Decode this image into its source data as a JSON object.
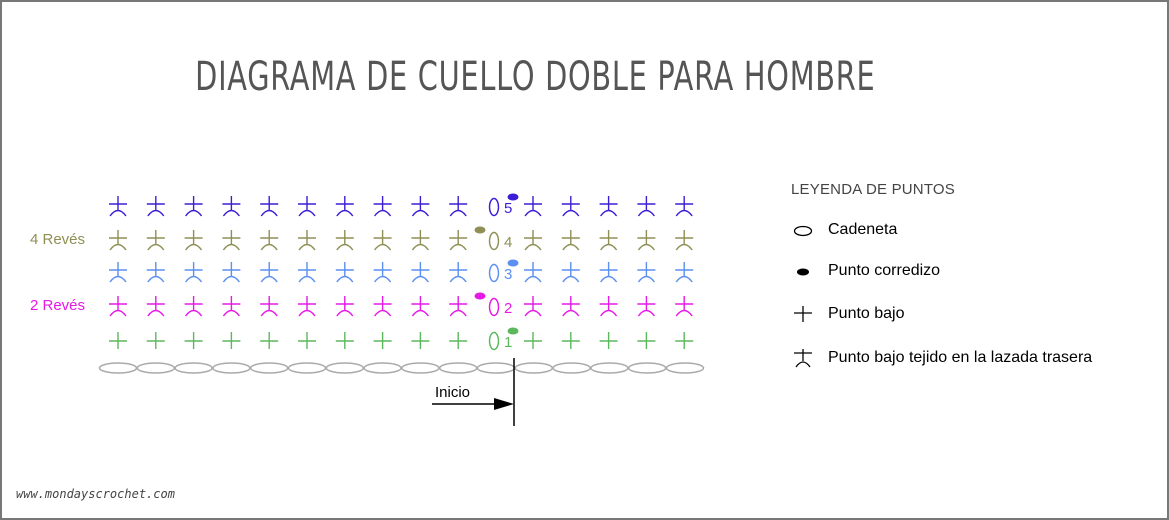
{
  "title": "DIAGRAMA DE CUELLO DOBLE PARA HOMBRE",
  "legend": {
    "title": "LEYENDA DE PUNTOS",
    "items": [
      {
        "icon": "chain-oval-icon",
        "label": "Cadeneta"
      },
      {
        "icon": "slip-stitch-dot-icon",
        "label": "Punto corredizo"
      },
      {
        "icon": "single-crochet-cross-icon",
        "label": "Punto bajo"
      },
      {
        "icon": "back-loop-single-crochet-icon",
        "label": "Punto bajo tejido en la lazada trasera"
      }
    ]
  },
  "rows": [
    {
      "number": "1",
      "color": "#5cb85c",
      "label": "",
      "stitch": "punto-bajo"
    },
    {
      "number": "2",
      "color": "#e619e6",
      "label": "2 Revés",
      "stitch": "punto-bajo-lazada-trasera"
    },
    {
      "number": "3",
      "color": "#5b8ff0",
      "label": "",
      "stitch": "punto-bajo-lazada-trasera"
    },
    {
      "number": "4",
      "color": "#8f8f55",
      "label": "4 Revés",
      "stitch": "punto-bajo-lazada-trasera"
    },
    {
      "number": "5",
      "color": "#3a1fd6",
      "label": "",
      "stitch": "punto-bajo-lazada-trasera"
    }
  ],
  "foundation_chain": {
    "count": 16,
    "color": "#aaaaaa"
  },
  "stitches_per_row": 15,
  "start_label": "Inicio",
  "footer_url": "www.mondayscrochet.com"
}
